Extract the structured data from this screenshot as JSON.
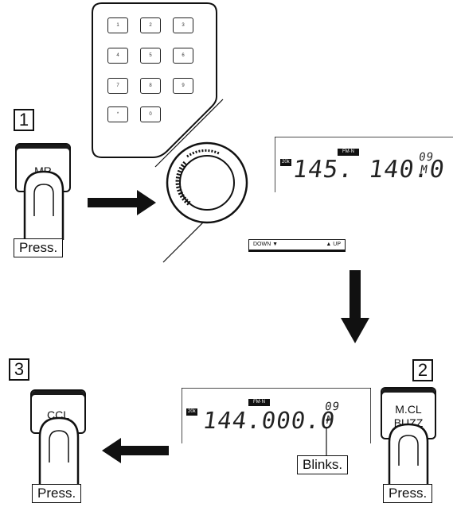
{
  "steps": {
    "step1": {
      "number": "1",
      "button": "MR",
      "action": "Press."
    },
    "step2": {
      "number": "2",
      "button_line1": "M.CL",
      "button_line2": "BUZZ",
      "action": "Press."
    },
    "step3": {
      "number": "3",
      "button": "CCL",
      "action": "Press."
    }
  },
  "keypad": {
    "keys": [
      "1",
      "2",
      "3",
      "4",
      "5",
      "6",
      "7",
      "8",
      "9",
      "*",
      "0"
    ]
  },
  "display_top": {
    "step": "20k",
    "mode": "FM·N",
    "frequency": "145. 140.0",
    "channel": "09",
    "memory": "M"
  },
  "display_bottom": {
    "step": "20k",
    "mode": "FM·N",
    "frequency": "144.000.0",
    "channel": "09",
    "memory": "M"
  },
  "updown": {
    "down": "DOWN ▼",
    "up": "▲ UP"
  },
  "callout": {
    "blinks": "Blinks."
  }
}
